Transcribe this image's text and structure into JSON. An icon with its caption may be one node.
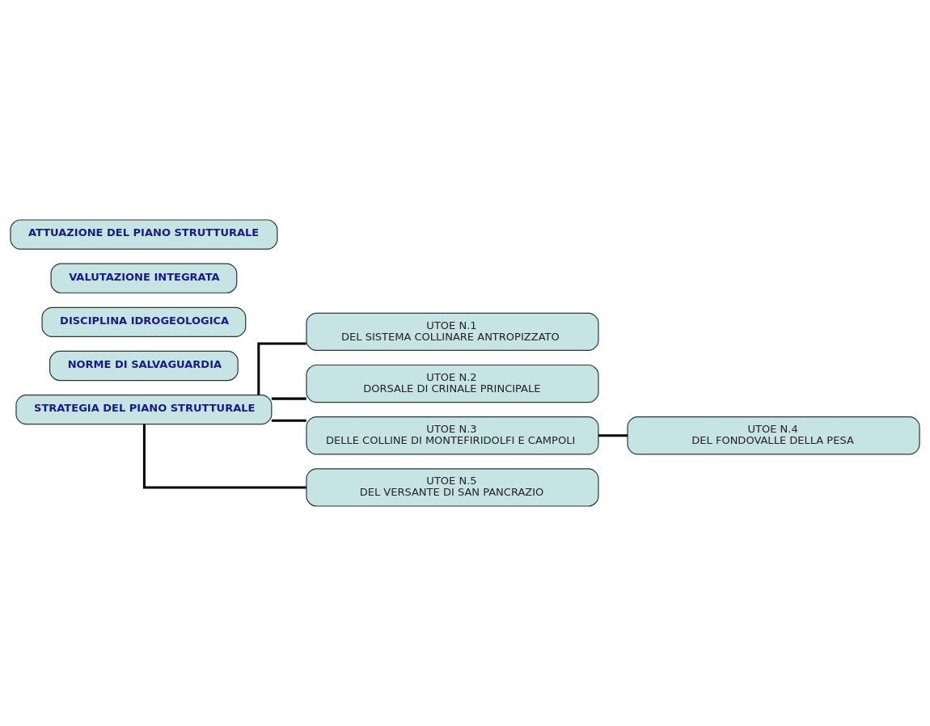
{
  "diagram": {
    "nodes": [
      {
        "text": [
          "STRATEGIA DEL PIANO STRUTTURALE"
        ]
      },
      {
        "text": [
          "UTOE N.1",
          "DEL SISTEMA COLLINARE ANTROPIZZATO"
        ]
      },
      {
        "text": [
          "UTOE N.2",
          "DORSALE DI CRINALE PRINCIPALE"
        ]
      },
      {
        "text": [
          "UTOE N.3",
          "DELLE COLLINE DI MONTEFIRIDOLFI E CAMPOLI"
        ]
      },
      {
        "text": [
          "UTOE N.4",
          "DEL FONDOVALLE DELLA PESA"
        ]
      },
      {
        "text": [
          "UTOE N.5",
          "DEL VERSANTE DI SAN PANCRAZIO"
        ]
      },
      {
        "text": [
          "ATTUAZIONE DEL PIANO STRUTTURALE"
        ]
      },
      {
        "text": [
          "VALUTAZIONE INTEGRATA"
        ]
      },
      {
        "text": [
          "DISCIPLINA IDROGEOLOGICA"
        ]
      },
      {
        "text": [
          "NORME DI SALVAGUARDIA"
        ]
      }
    ],
    "edges": [
      {
        "from": 0,
        "to": 1,
        "arrow": "none"
      },
      {
        "from": 0,
        "to": 2,
        "arrow": "none"
      },
      {
        "from": 0,
        "to": 3,
        "arrow": "none"
      },
      {
        "from": 3,
        "to": 4,
        "arrow": "none"
      },
      {
        "from": 0,
        "to": 5,
        "arrow": "none"
      }
    ]
  }
}
